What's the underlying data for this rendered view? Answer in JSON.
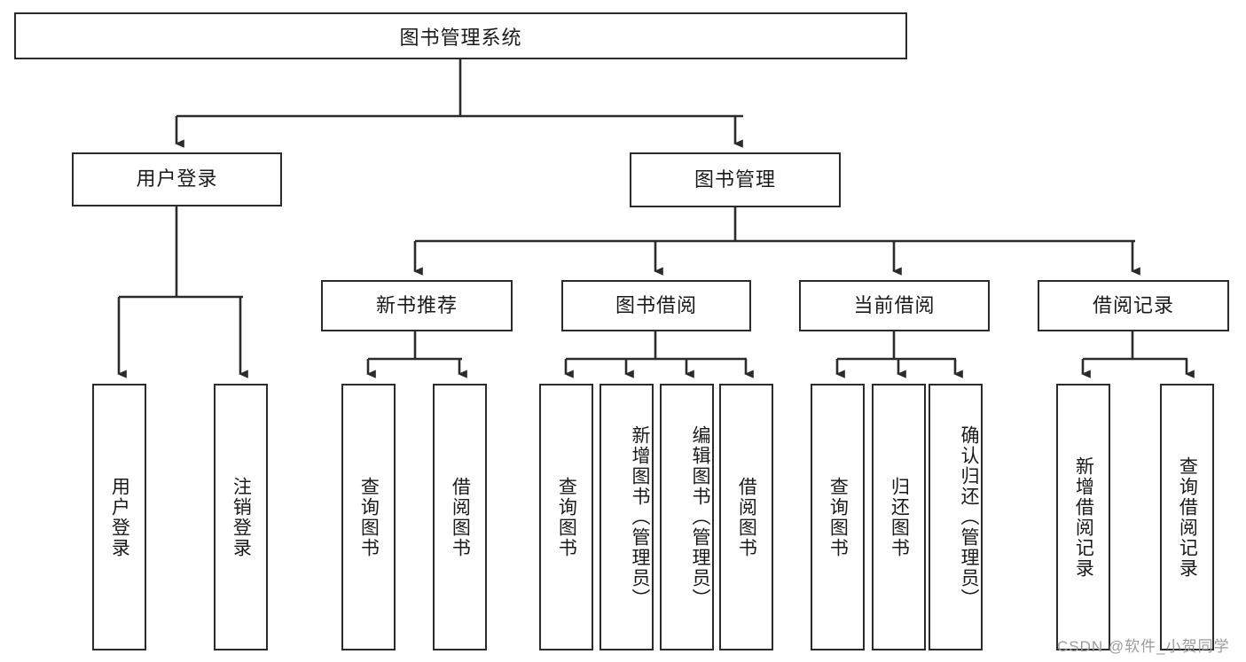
{
  "diagram": {
    "title": "图书管理系统",
    "type": "tree-hierarchy-diagram",
    "root": {
      "label": "图书管理系统"
    },
    "level2": [
      {
        "label": "用户登录"
      },
      {
        "label": "图书管理"
      }
    ],
    "level3": [
      {
        "label": "新书推荐"
      },
      {
        "label": "图书借阅"
      },
      {
        "label": "当前借阅"
      },
      {
        "label": "借阅记录"
      }
    ],
    "leaves": {
      "user_login": [
        {
          "label": "用户登录"
        },
        {
          "label": "注销登录"
        }
      ],
      "new_book_recommend": [
        {
          "label": "查询图书"
        },
        {
          "label": "借阅图书"
        }
      ],
      "book_borrow": [
        {
          "label": "查询图书"
        },
        {
          "label": "新增图书（管理员）"
        },
        {
          "label": "编辑图书（管理员）"
        },
        {
          "label": "借阅图书"
        }
      ],
      "current_borrow": [
        {
          "label": "查询图书"
        },
        {
          "label": "归还图书"
        },
        {
          "label": "确认归还（管理员）"
        }
      ],
      "borrow_record": [
        {
          "label": "新增借阅记录"
        },
        {
          "label": "查询借阅记录"
        }
      ]
    }
  },
  "watermark": {
    "text": "CSDN @软件_小贺同学"
  },
  "colors": {
    "border": "#2b2b2b",
    "background": "#ffffff",
    "text": "#1a1a1a",
    "watermark": "#9b9b9b"
  }
}
